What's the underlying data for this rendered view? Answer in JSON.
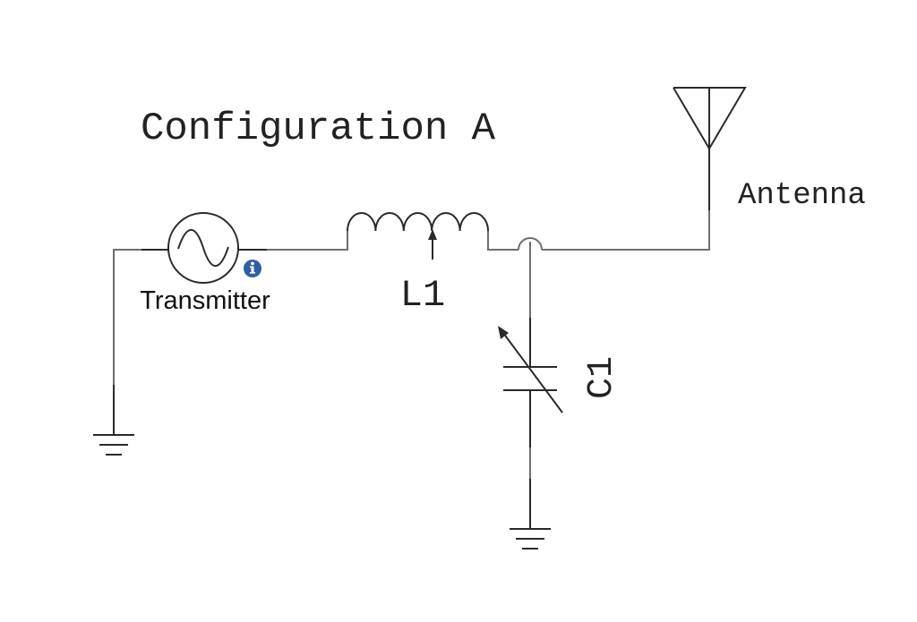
{
  "diagram": {
    "title": "Configuration A",
    "components": {
      "transmitter": {
        "label": "Transmitter",
        "symbol": "ac-source-icon"
      },
      "inductor": {
        "label": "L1",
        "symbol": "variable-inductor-icon"
      },
      "capacitor": {
        "label": "C1",
        "symbol": "variable-capacitor-icon"
      },
      "antenna": {
        "label": "Antenna",
        "symbol": "antenna-icon"
      }
    },
    "info_badge": {
      "icon": "info-icon",
      "color": "#2f5fa8"
    },
    "colors": {
      "wire": "#6e6e6e",
      "symbol": "#2a2a2a",
      "text": "#222222"
    }
  }
}
